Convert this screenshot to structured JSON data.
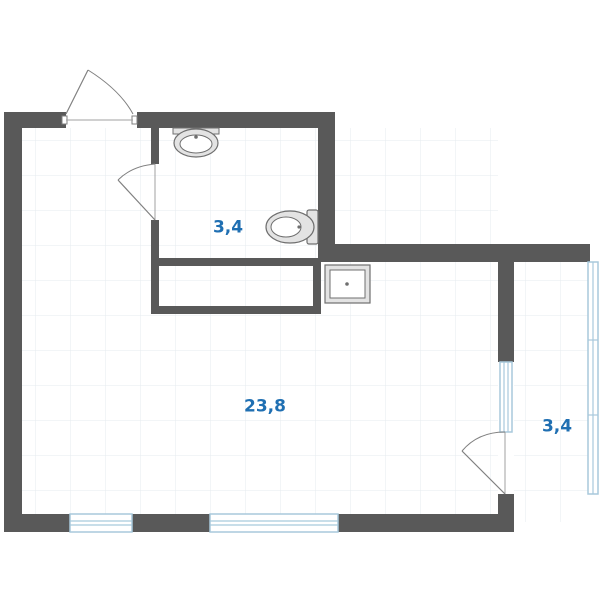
{
  "rooms": [
    {
      "id": "main",
      "area": "23,8"
    },
    {
      "id": "bathroom",
      "area": "3,4"
    },
    {
      "id": "balcony",
      "area": "3,4"
    }
  ],
  "colors": {
    "wall": "#595959",
    "grid": "#e6ebef",
    "label": "#1f6fb2",
    "window_frame": "#a8c9dc",
    "window_glass": "#ffffff",
    "fixture_stroke": "#6f6f6f",
    "fixture_fill": "#e3e3e3"
  }
}
